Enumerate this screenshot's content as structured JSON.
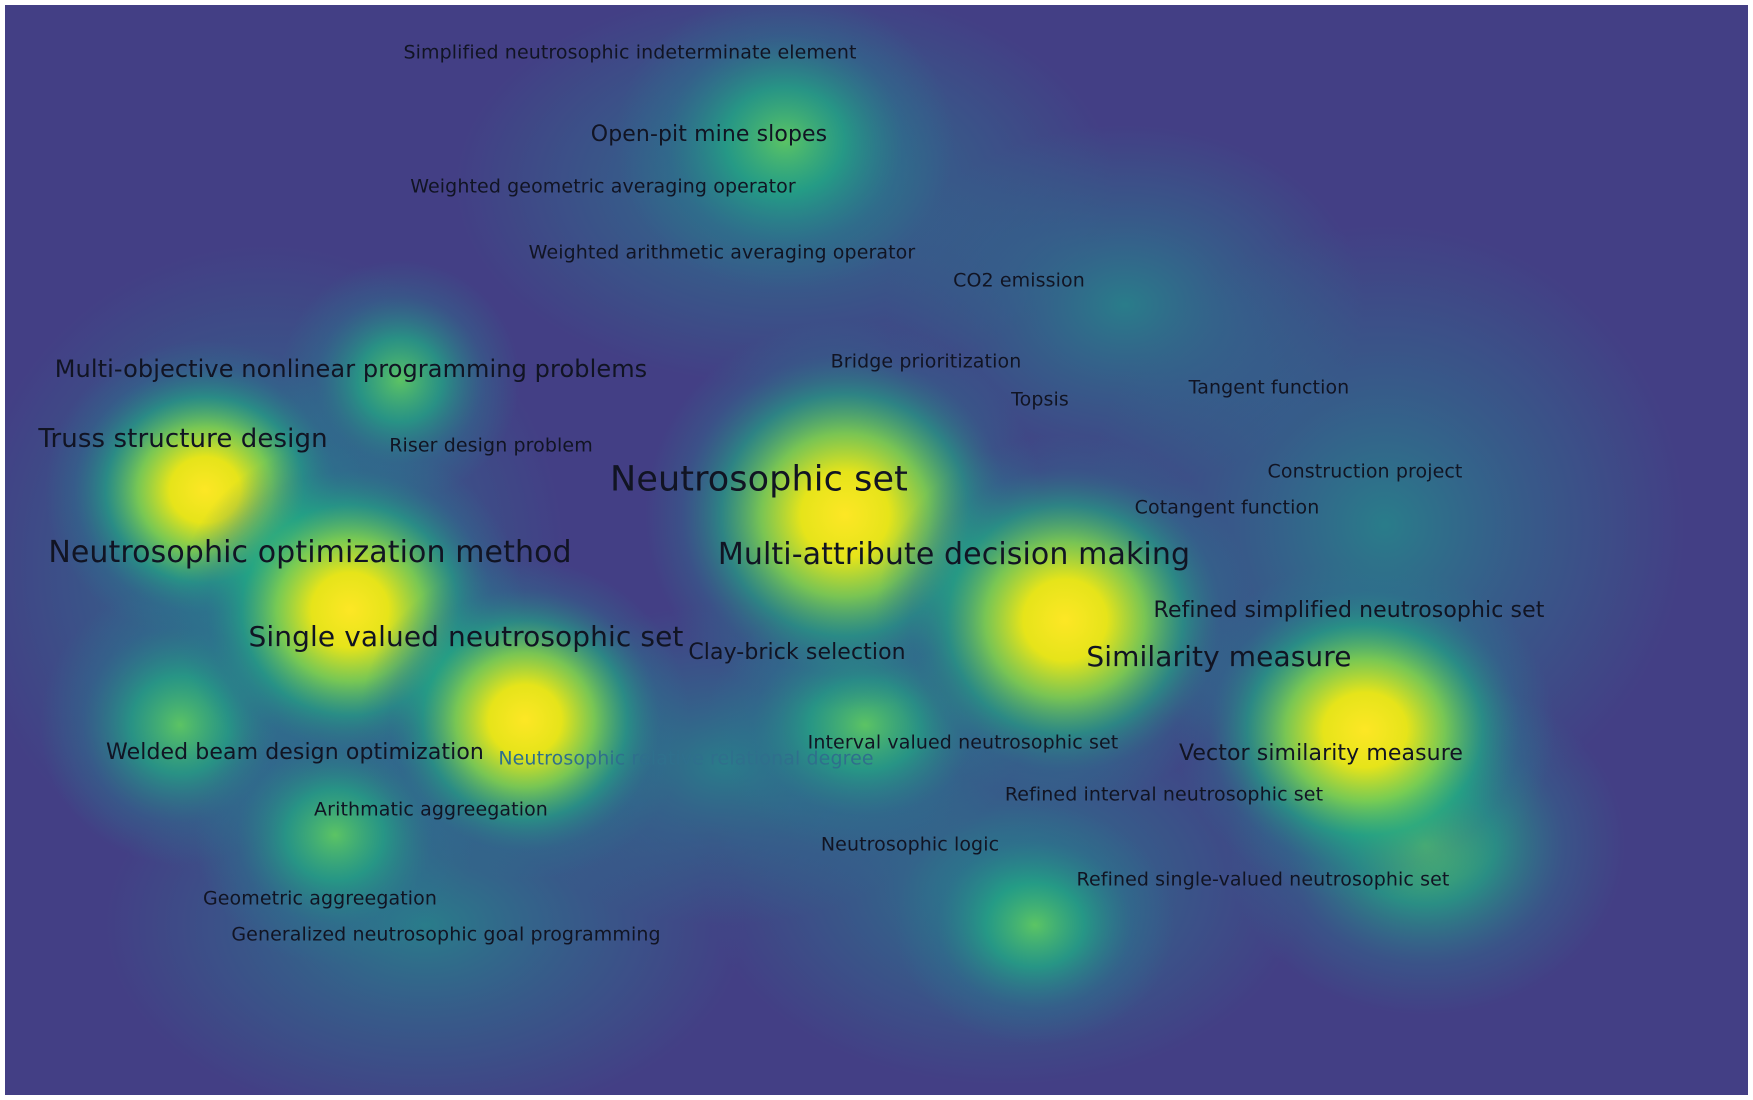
{
  "colors": {
    "background": "#433f85",
    "label": "#111423",
    "label_faded": "#2f6f8c",
    "density_low": "#2a7f8e",
    "density_mid": "#2ab37a",
    "density_high": "#fde725"
  },
  "terms": [
    {
      "key": "neutrosophic-set",
      "label": "Neutrosophic set",
      "weight": 1.0
    },
    {
      "key": "multi-attribute-decision-making",
      "label": "Multi-attribute decision making",
      "weight": 0.95
    },
    {
      "key": "neutrosophic-optimization-method",
      "label": "Neutrosophic optimization method",
      "weight": 0.95
    },
    {
      "key": "single-valued-neutrosophic-set",
      "label": "Single valued neutrosophic set",
      "weight": 0.85
    },
    {
      "key": "similarity-measure",
      "label": "Similarity measure",
      "weight": 0.8
    },
    {
      "key": "truss-structure-design",
      "label": "Truss structure design",
      "weight": 0.75
    },
    {
      "key": "multi-objective-nonlinear-programming-problems",
      "label": "Multi-objective nonlinear programming problems",
      "weight": 0.55
    },
    {
      "key": "open-pit-mine-slopes",
      "label": "Open-pit mine slopes",
      "weight": 0.5
    },
    {
      "key": "welded-beam-design-optimization",
      "label": "Welded beam design optimization",
      "weight": 0.5
    },
    {
      "key": "vector-similarity-measure",
      "label": "Vector similarity measure",
      "weight": 0.45
    },
    {
      "key": "refined-simplified-neutrosophic-set",
      "label": "Refined simplified neutrosophic set",
      "weight": 0.45
    },
    {
      "key": "clay-brick-selection",
      "label": "Clay-brick selection",
      "weight": 0.45
    },
    {
      "key": "simplified-neutrosophic-indeterminate-element",
      "label": "Simplified neutrosophic indeterminate element",
      "weight": 0.3
    },
    {
      "key": "weighted-geometric-averaging-operator",
      "label": "Weighted geometric averaging  operator",
      "weight": 0.3
    },
    {
      "key": "weighted-arithmetic-averaging-operator",
      "label": "Weighted arithmetic averaging operator",
      "weight": 0.3
    },
    {
      "key": "co2-emission",
      "label": "CO2 emission",
      "weight": 0.3
    },
    {
      "key": "bridge-prioritization",
      "label": "Bridge prioritization",
      "weight": 0.3
    },
    {
      "key": "topsis",
      "label": "Topsis",
      "weight": 0.3
    },
    {
      "key": "tangent-function",
      "label": "Tangent function",
      "weight": 0.3
    },
    {
      "key": "riser-design-problem",
      "label": "Riser design problem",
      "weight": 0.3
    },
    {
      "key": "construction-project",
      "label": "Construction project",
      "weight": 0.3
    },
    {
      "key": "cotangent-function",
      "label": "Cotangent function",
      "weight": 0.3
    },
    {
      "key": "interval-valued-neutrosophic-set",
      "label": "Interval valued neutrosophic set",
      "weight": 0.3
    },
    {
      "key": "neutrosophic-relative-relational-degree",
      "label": "Neutrosophic relative relational degree",
      "weight": 0.3,
      "faded": true
    },
    {
      "key": "arithmatic-aggreegation",
      "label": "Arithmatic aggreegation",
      "weight": 0.3
    },
    {
      "key": "refined-interval-neutrosophic-set",
      "label": "Refined interval neutrosophic set",
      "weight": 0.3
    },
    {
      "key": "neutrosophic-logic",
      "label": "Neutrosophic logic",
      "weight": 0.3
    },
    {
      "key": "refined-single-valued-neutrosophic-set",
      "label": "Refined single-valued neutrosophic set",
      "weight": 0.3
    },
    {
      "key": "geometric-aggreegation",
      "label": "Geometric aggreegation",
      "weight": 0.3
    },
    {
      "key": "generalized-neutrosophic-goal-programming",
      "label": "Generalized neutrosophic goal programming",
      "weight": 0.3
    }
  ]
}
